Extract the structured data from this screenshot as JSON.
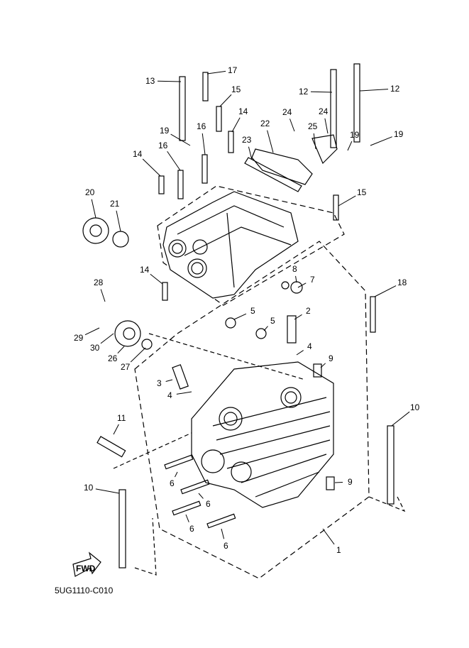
{
  "diagram": {
    "part_code": "5UG1110-C010",
    "fwd_label": "FWD",
    "callouts": [
      "13",
      "17",
      "15",
      "14",
      "16",
      "19",
      "16",
      "14",
      "20",
      "21",
      "12",
      "12",
      "24",
      "24",
      "22",
      "23",
      "25",
      "19",
      "19",
      "15",
      "8",
      "7",
      "14",
      "18",
      "28",
      "5",
      "2",
      "5",
      "29",
      "30",
      "4",
      "26",
      "27",
      "9",
      "3",
      "4",
      "11",
      "10",
      "9",
      "6",
      "10",
      "6",
      "6",
      "6",
      "1"
    ]
  }
}
